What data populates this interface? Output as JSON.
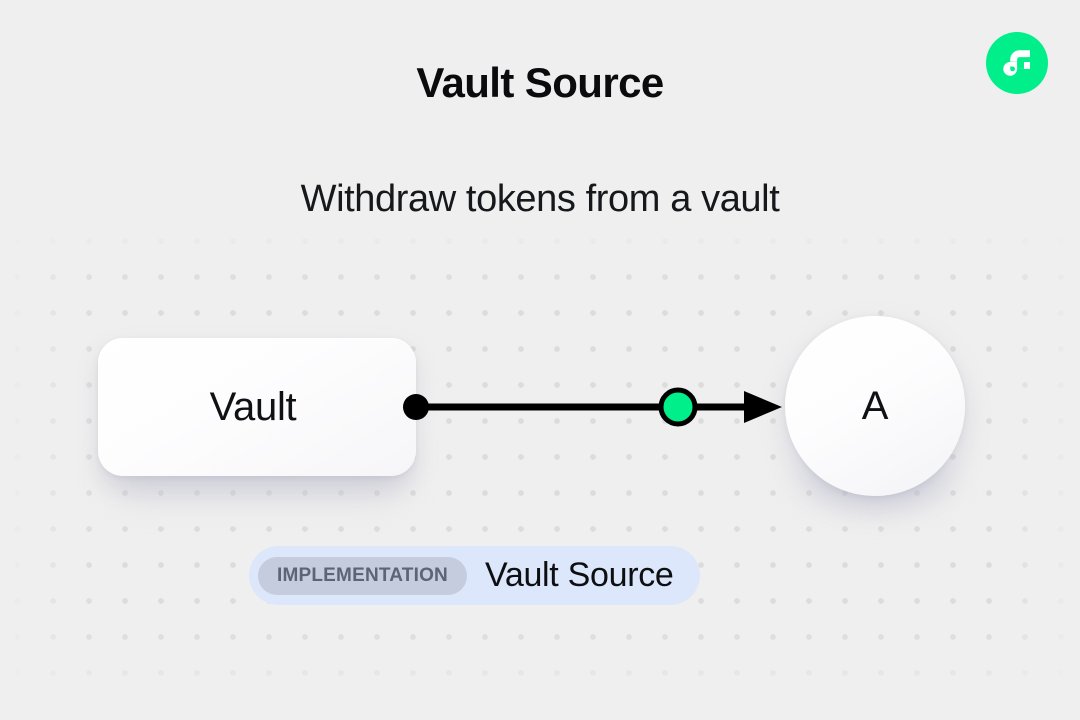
{
  "page": {
    "title": "Vault Source",
    "subtitle": "Withdraw tokens from a vault",
    "background_color": "#efefef"
  },
  "brand": {
    "logo_icon": "flow-logo-icon",
    "logo_color": "#00ef8b",
    "logo_mark_color": "#ffffff"
  },
  "diagram": {
    "type": "flow",
    "nodes": [
      {
        "id": "vault",
        "label": "Vault",
        "shape": "rounded-rect"
      },
      {
        "id": "a",
        "label": "A",
        "shape": "circle"
      }
    ],
    "edges": [
      {
        "from": "vault",
        "to": "a",
        "source_handle_color": "#000000",
        "midpoint_handle_color": "#00ef8b",
        "line_color": "#000000",
        "arrow": "right"
      }
    ]
  },
  "badge": {
    "chip_label": "IMPLEMENTATION",
    "name": "Vault Source",
    "background_color": "#dde7fb",
    "chip_background_color": "#c4ccdd",
    "chip_text_color": "#5c6475"
  }
}
